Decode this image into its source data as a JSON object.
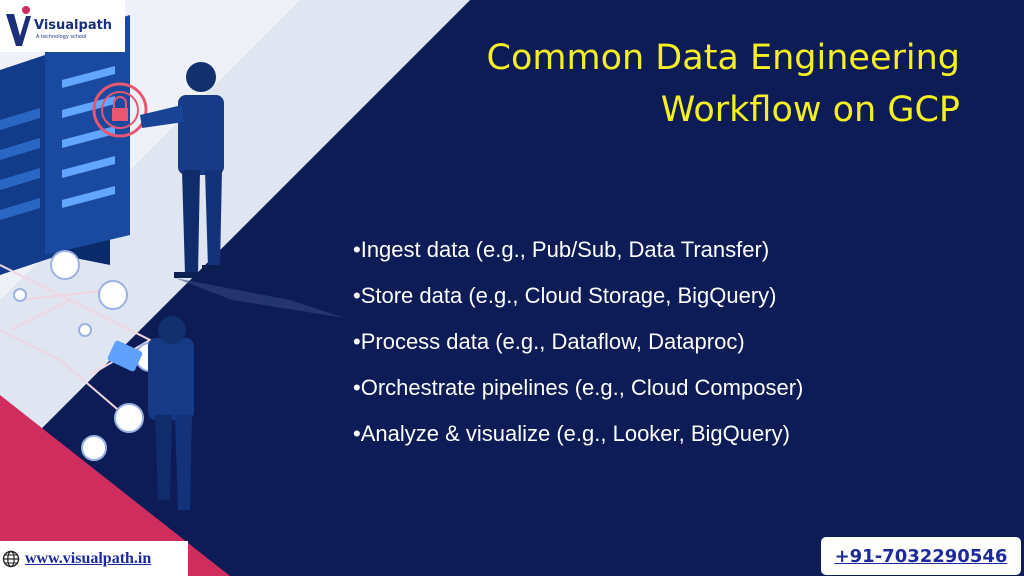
{
  "logo": {
    "name": "Visualpath",
    "tagline": "A technology school"
  },
  "slide": {
    "title_line1": "Common Data Engineering",
    "title_line2": "Workflow on GCP",
    "bullets": [
      "•Ingest data (e.g., Pub/Sub, Data Transfer)",
      "•Store data (e.g., Cloud Storage, BigQuery)",
      "•Process data (e.g., Dataflow, Dataproc)",
      "•Orchestrate pipelines (e.g., Cloud Composer)",
      "•Analyze & visualize (e.g., Looker, BigQuery)"
    ]
  },
  "footer": {
    "website": "www.visualpath.in",
    "phone": "+91-7032290546"
  },
  "colors": {
    "background": "#0d1c56",
    "title": "#f6ef22",
    "accent_stripe": "#cf2d5d",
    "link": "#1d2a9b"
  }
}
